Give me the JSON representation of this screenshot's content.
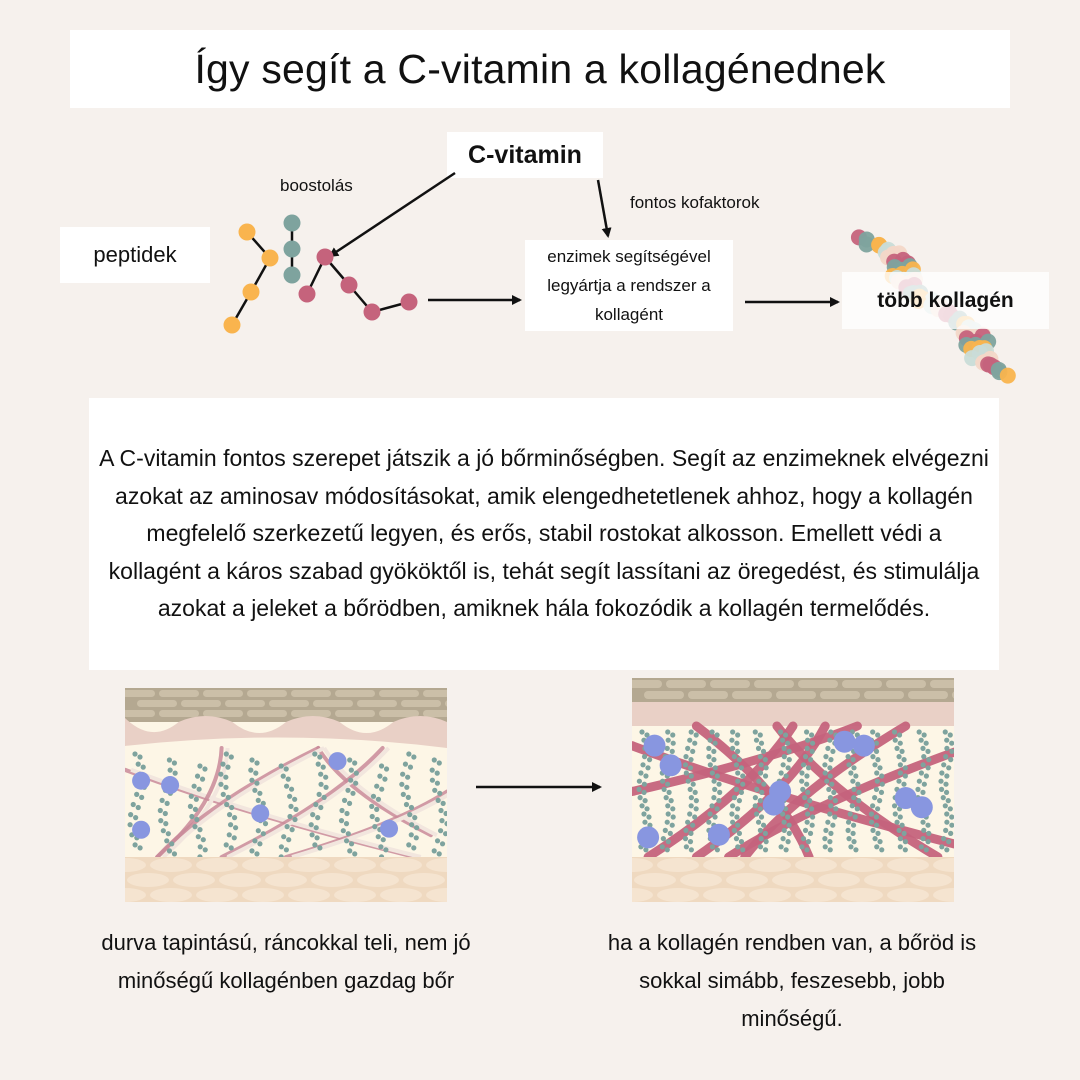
{
  "title": "Így segít a C-vitamin a kollagénednek",
  "diagram": {
    "vitamin_c": "C-vitamin",
    "boost_label": "boostolás",
    "cofactor_label": "fontos kofaktorok",
    "peptides": "peptidek",
    "enzyme_text": "enzimek segítségével legyártja a rendszer a kollagént",
    "more_collagen": "több kollagén"
  },
  "paragraph": "A C-vitamin fontos szerepet játszik a jó bőrminőségben. Segít az enzimeknek elvégezni azokat az aminosav módosításokat, amik elengedhetetlenek ahhoz, hogy a kollagén megfelelő szerkezetű legyen, és erős, stabil rostokat alkosson. Emellett védi a kollagént a káros szabad gyököktől is, tehát segít lassítani az öregedést, és stimulálja azokat a jeleket a bőrödben, amiknek hála fokozódik a kollagén termelődés.",
  "comparison": {
    "before_caption": "durva tapintású, ráncokkal teli, nem jó minőségű kollagénben gazdag bőr",
    "after_caption": "ha a kollagén rendben van, a bőröd is sokkal simább, feszesebb, jobb minőségű."
  },
  "colors": {
    "background": "#f6f1ed",
    "orange": "#f9b44e",
    "teal": "#7ea39e",
    "pink": "#c5637c",
    "blue": "#8896e0",
    "cream": "#fdf6e6",
    "tan": "#b4a891",
    "skin_pink": "#e9d0c6",
    "base": "#f5e4d0"
  }
}
